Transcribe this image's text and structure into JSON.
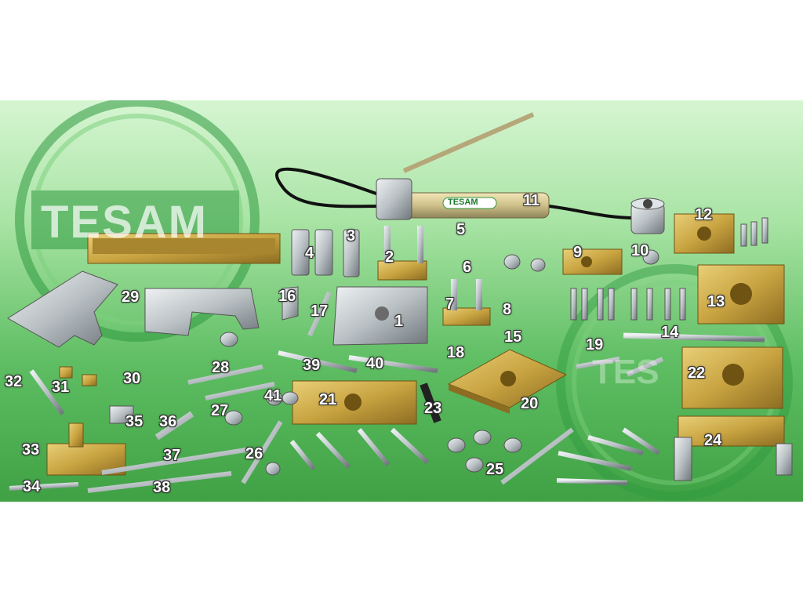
{
  "watermark": {
    "brand_text": "TESAM",
    "pump_label": "TESAM",
    "ghost_text": "TES"
  },
  "part_numbers": [
    "1",
    "2",
    "3",
    "4",
    "5",
    "6",
    "7",
    "8",
    "9",
    "10",
    "11",
    "12",
    "13",
    "14",
    "15",
    "16",
    "17",
    "18",
    "19",
    "20",
    "21",
    "22",
    "23",
    "24",
    "25",
    "26",
    "27",
    "28",
    "29",
    "30",
    "31",
    "32",
    "33",
    "34",
    "35",
    "36",
    "37",
    "38",
    "39",
    "40",
    "41"
  ],
  "colors": {
    "background_top": "#d6f5d2",
    "background_bottom": "#3fa144",
    "watermark_ring": "#2f9a3f",
    "brass": "#c9a441",
    "steel": "#b9c0c4"
  }
}
